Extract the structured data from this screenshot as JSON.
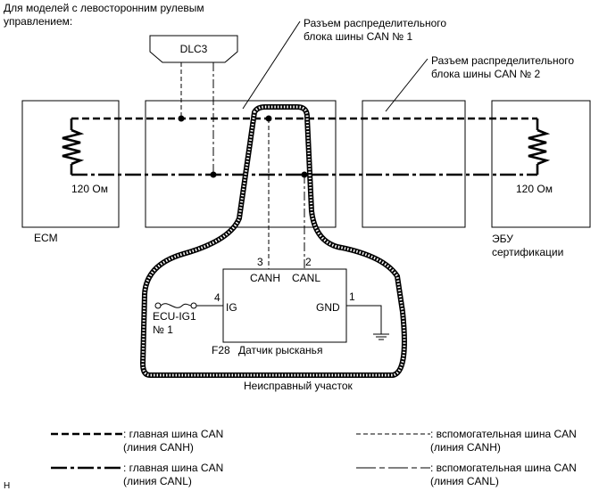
{
  "header": {
    "line1": "Для моделей с левосторонним рулевым",
    "line2": "управлением:"
  },
  "callouts": {
    "jb1_line1": "Разъем распределительного",
    "jb1_line2": "блока шины CAN № 1",
    "jb2_line1": "Разъем распределительного",
    "jb2_line2": "блока шины CAN № 2"
  },
  "components": {
    "dlc3": "DLC3",
    "ecm_resistor": "120 Ом",
    "cert_resistor": "120 Ом",
    "ecm": "ECM",
    "cert_line1": "ЭБУ",
    "cert_line2": "сертификации",
    "sensor_code": "F28",
    "sensor_name": "Датчик рысканья",
    "fault_area": "Неисправный участок",
    "fuse_line1": "ECU-IG1",
    "fuse_line2": "№ 1"
  },
  "pins": {
    "canh_num": "3",
    "canl_num": "2",
    "canh": "CANH",
    "canl": "CANL",
    "ig_num": "4",
    "ig": "IG",
    "gnd_num": "1",
    "gnd": "GND"
  },
  "legend": {
    "main_canh_1": ": главная шина CAN",
    "main_canh_2": "(линия CANH)",
    "main_canl_1": ": главная шина CAN",
    "main_canl_2": "(линия CANL)",
    "aux_canh_1": ": вспомогательная шина CAN",
    "aux_canh_2": "(линия CANH)",
    "aux_canl_1": ": вспомогательная шина CAN",
    "aux_canl_2": "(линия CANL)"
  },
  "footer_code": "H"
}
